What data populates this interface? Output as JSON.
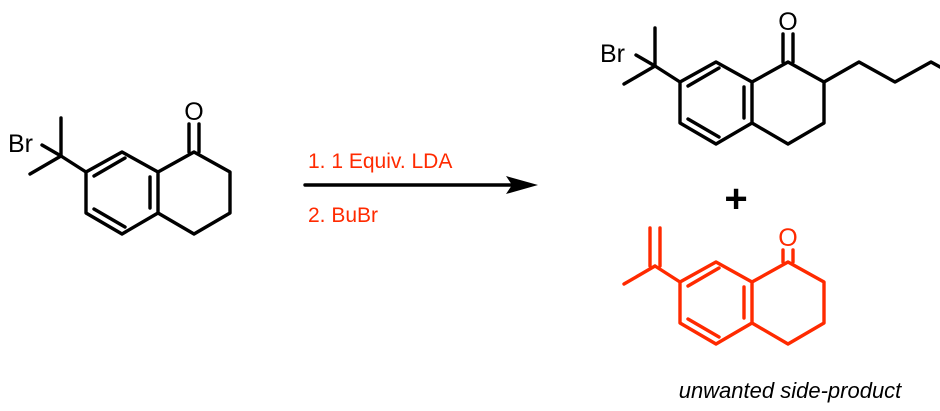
{
  "colors": {
    "ink": "#000000",
    "accent": "#ff2a00"
  },
  "reactant": {
    "atom_br": "Br",
    "atom_o": "O"
  },
  "conditions": {
    "step1": "1. 1 Equiv. LDA",
    "step2": "2.  BuBr"
  },
  "product": {
    "atom_br": "Br",
    "atom_o": "O"
  },
  "plus_sign": "+",
  "side_product": {
    "atom_o": "O",
    "caption": "unwanted side-product"
  }
}
